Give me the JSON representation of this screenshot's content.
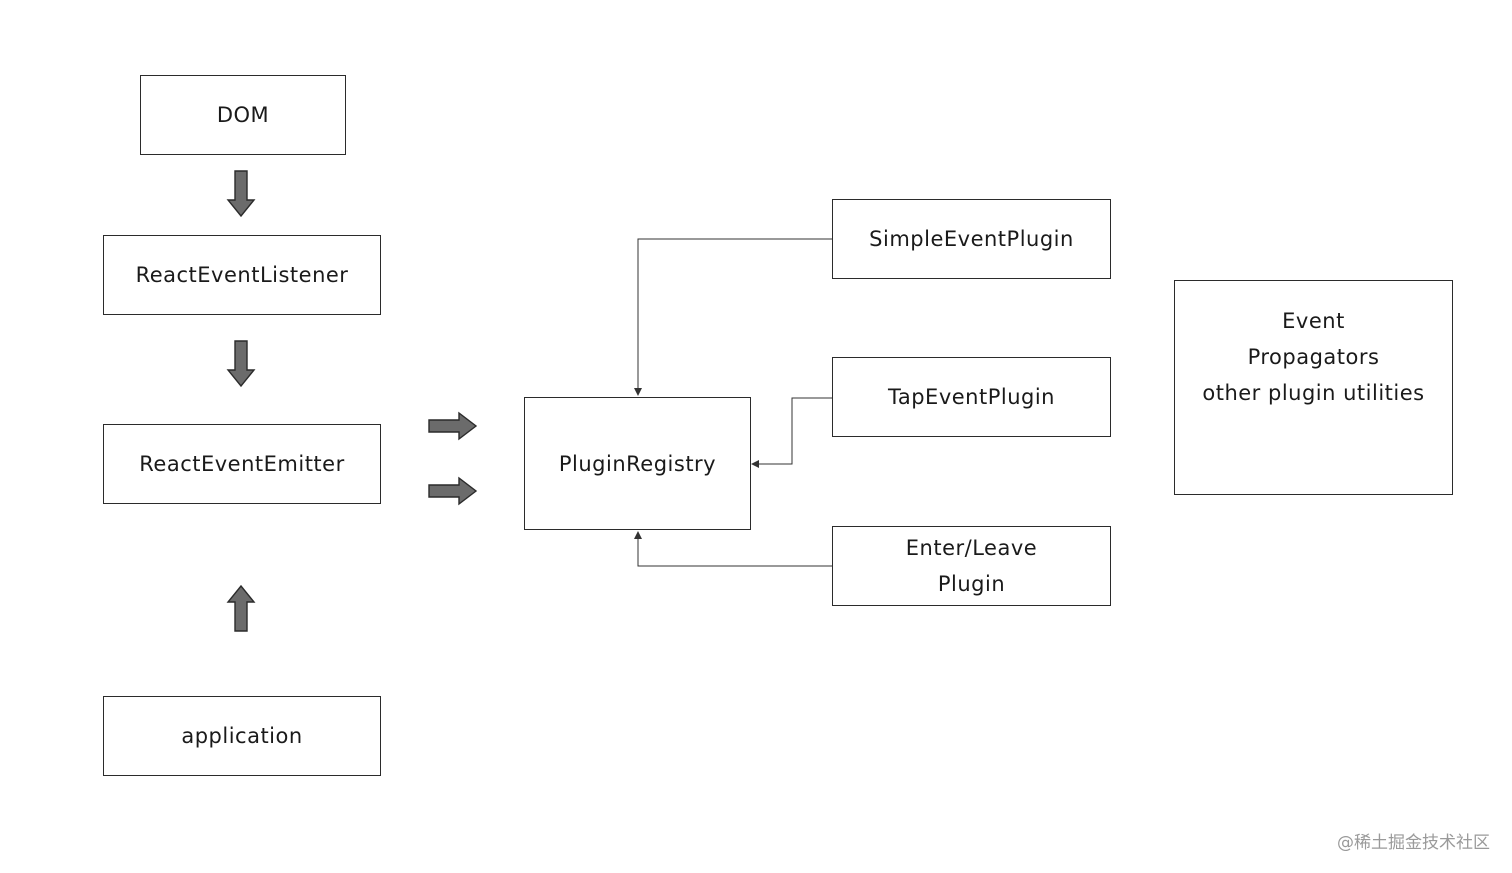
{
  "boxes": {
    "dom": "DOM",
    "react_event_listener": "ReactEventListener",
    "react_event_emitter": "ReactEventEmitter",
    "application": "application",
    "plugin_registry": "PluginRegistry",
    "simple_event_plugin": "SimpleEventPlugin",
    "tap_event_plugin": "TapEventPlugin",
    "enter_leave_plugin": [
      "Enter/Leave",
      "Plugin"
    ],
    "event_propagators": [
      "Event",
      "Propagators"
    ],
    "other_plugin_utilities": "other plugin utilities"
  },
  "watermark": "@稀土掘金技术社区",
  "colors": {
    "stroke": "#2b2b2b",
    "arrow_fill": "#6b6b6b",
    "connector": "#333333"
  }
}
